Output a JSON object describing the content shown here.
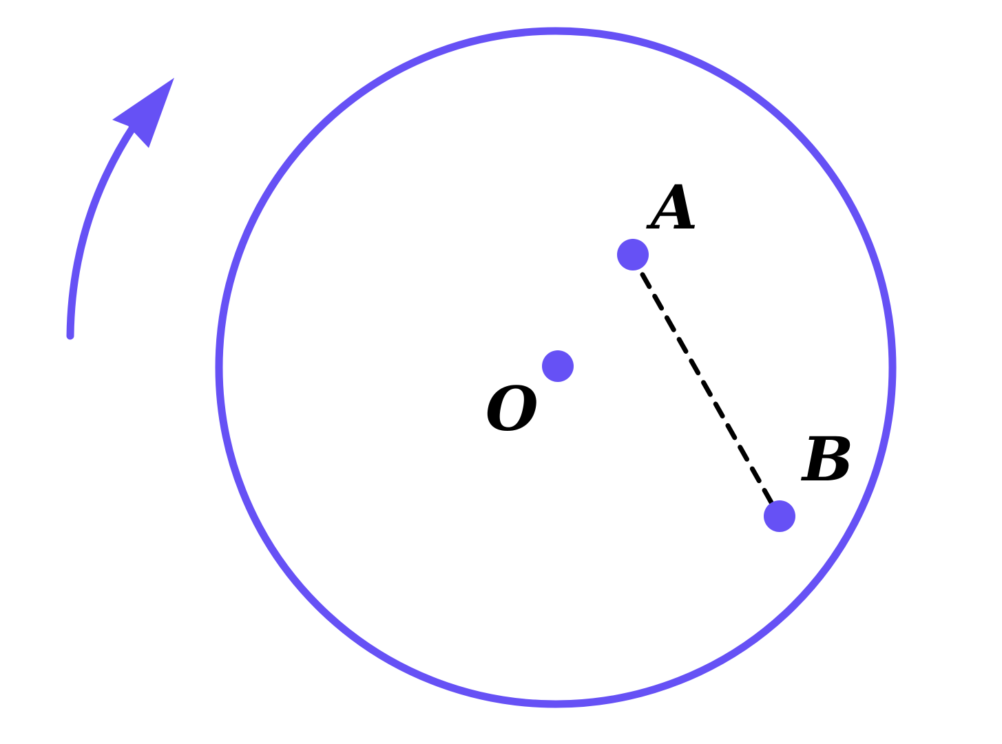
{
  "points": {
    "center": {
      "label": "O"
    },
    "a": {
      "label": "A"
    },
    "b": {
      "label": "B"
    }
  },
  "colors": {
    "stroke": "#6651f5",
    "point": "#6651f5",
    "segment": "#000000",
    "label": "#000000",
    "background": "#ffffff"
  },
  "icons": {
    "rotation": "curved-arrow-icon"
  }
}
